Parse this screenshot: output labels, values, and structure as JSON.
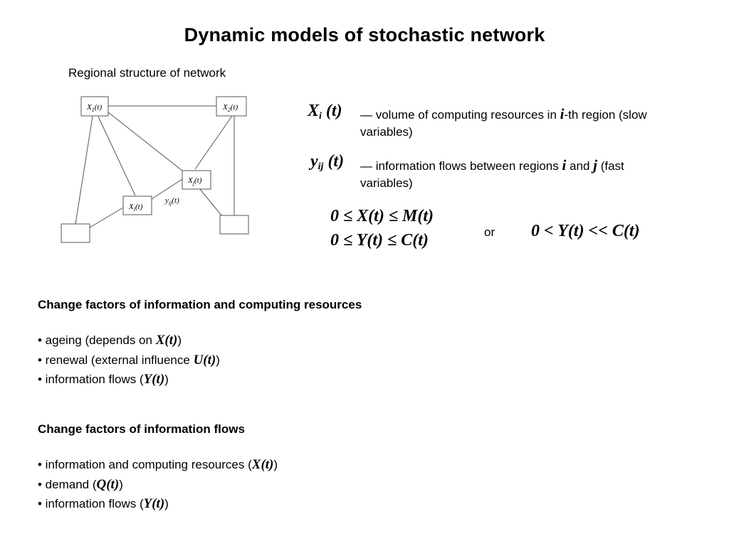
{
  "title": "Dynamic models of stochastic network",
  "subtitle": "Regional structure of network",
  "diagram": {
    "nodes": {
      "x1": {
        "var": "X",
        "sub": "1",
        "arg": "(t)"
      },
      "x2": {
        "var": "X",
        "sub": "2",
        "arg": "(t)"
      },
      "xj": {
        "var": "X",
        "sub": "j",
        "arg": "(t)"
      },
      "xi": {
        "var": "X",
        "sub": "i",
        "arg": "(t)"
      }
    },
    "edge_label": {
      "var": "y",
      "sub": "ij",
      "arg": "(t)"
    }
  },
  "definitions": [
    {
      "symbol_var": "X",
      "symbol_sub": "i",
      "symbol_arg": "(t)",
      "text_before": "— volume of computing resources in ",
      "var1": "i",
      "text_after": "-th region (slow variables)"
    },
    {
      "symbol_var": "y",
      "symbol_sub": "ij",
      "symbol_arg": "(t)",
      "text_before": "— information flows between regions ",
      "var1": "i",
      "text_mid": " and ",
      "var2": "j",
      "text_after": " (fast variables)"
    }
  ],
  "constraints": {
    "line1": "0 ≤ X(t) ≤ M(t)",
    "line2": "0 ≤ Y(t) ≤ C(t)",
    "or_label": "or",
    "alt": "0 < Y(t) << C(t)"
  },
  "section1": {
    "heading": "Change factors of information and computing resources",
    "items": [
      {
        "text": "• ageing (depends on ",
        "var": "X(t)",
        "close": ")"
      },
      {
        "text": "• renewal (external influence ",
        "var": "U(t)",
        "close": ")"
      },
      {
        "text": "• information flows (",
        "var": "Y(t)",
        "close": ")"
      }
    ]
  },
  "section2": {
    "heading": "Change factors of information flows",
    "items": [
      {
        "text": "• information and computing resources (",
        "var": "X(t)",
        "close": ")"
      },
      {
        "text": "• demand (",
        "var": "Q(t)",
        "close": ")"
      },
      {
        "text": "• information flows (",
        "var": "Y(t)",
        "close": ")"
      }
    ]
  }
}
